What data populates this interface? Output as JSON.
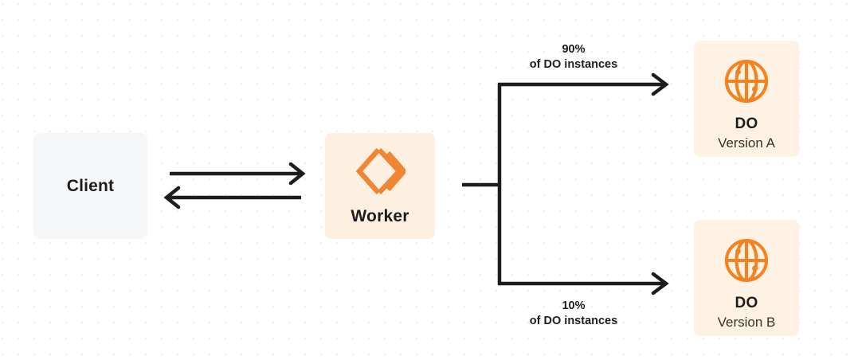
{
  "diagram": {
    "title": "Durable Object gradual rollout diagram",
    "background": {
      "color": "#ffffff",
      "dot_color": "#ededf0"
    },
    "nodes": [
      {
        "id": "client",
        "label": "Client",
        "sub": "",
        "icon": "none",
        "bg": "#f6f7f9"
      },
      {
        "id": "worker",
        "label": "Worker",
        "sub": "",
        "icon": "cloudflare-workers-icon",
        "bg": "#fdf0e1",
        "icon_color": "#f2853a"
      },
      {
        "id": "do-a",
        "label": "DO",
        "sub": "Version A",
        "icon": "globe-icon",
        "bg": "#fdf2e4",
        "icon_color": "#f58220"
      },
      {
        "id": "do-b",
        "label": "DO",
        "sub": "Version B",
        "icon": "globe-icon",
        "bg": "#fdf2e4",
        "icon_color": "#f58220"
      }
    ],
    "edges": [
      {
        "id": "client-to-worker",
        "from": "client",
        "to": "worker",
        "direction": "right",
        "label": ""
      },
      {
        "id": "worker-to-client",
        "from": "worker",
        "to": "client",
        "direction": "left",
        "label": ""
      },
      {
        "id": "worker-to-do-a",
        "from": "worker",
        "to": "do-a",
        "direction": "right",
        "percent": "90%",
        "description": "of DO instances"
      },
      {
        "id": "worker-to-do-b",
        "from": "worker",
        "to": "do-b",
        "direction": "right",
        "percent": "10%",
        "description": "of DO instances"
      }
    ],
    "stroke_color": "#1d1d1b"
  }
}
